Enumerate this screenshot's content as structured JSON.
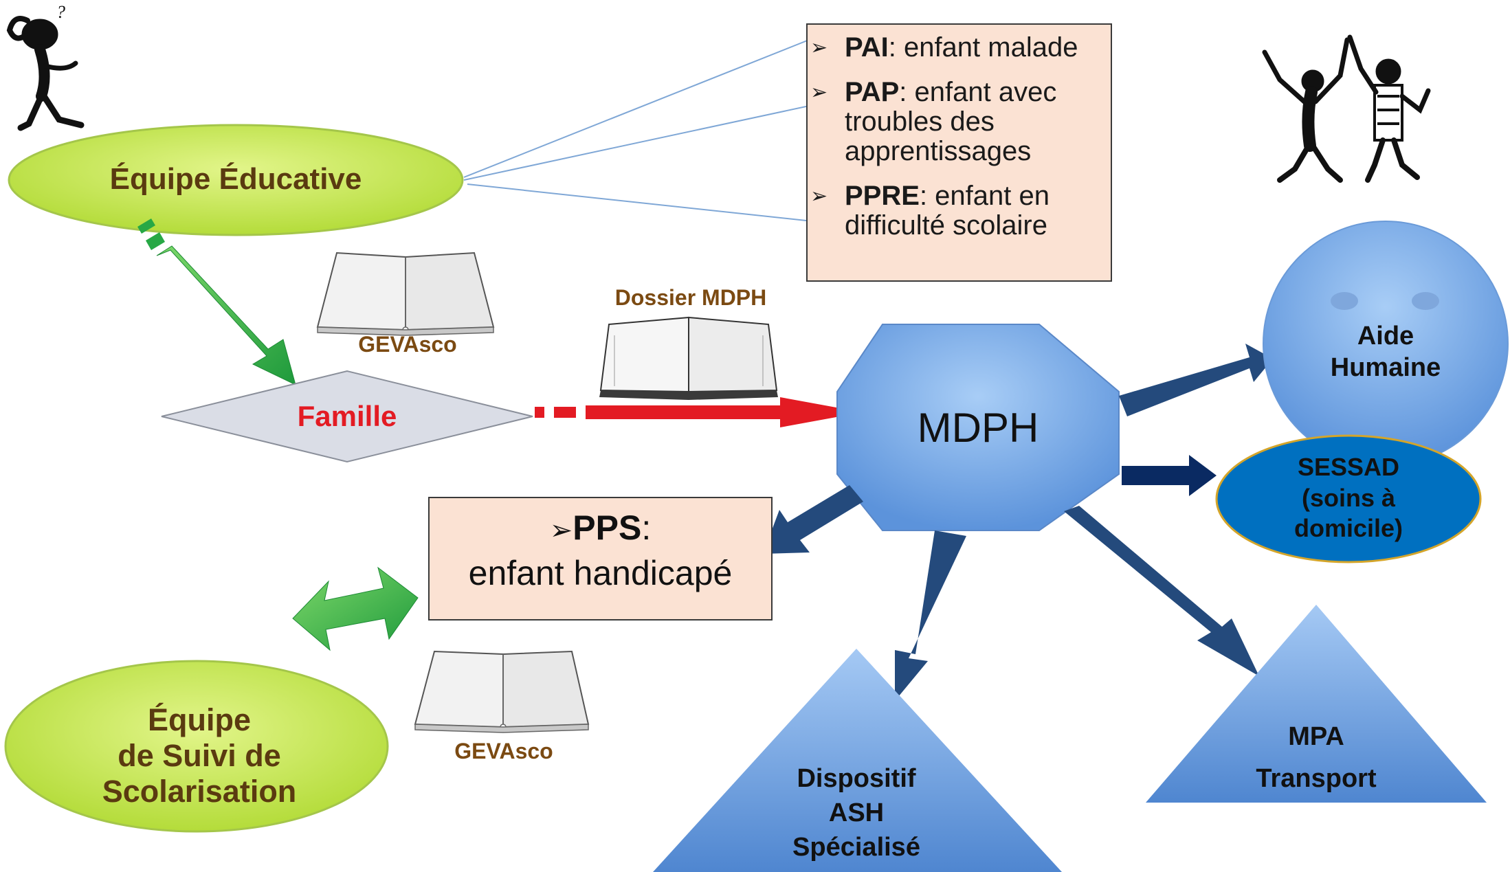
{
  "nodes": {
    "equipe_educative": "Équipe Éducative",
    "famille": "Famille",
    "mdph": "MDPH",
    "aide_humaine": [
      "Aide",
      "Humaine"
    ],
    "sessad": [
      "SESSAD",
      "(soins à",
      "domicile)"
    ],
    "dispositif": [
      "Dispositif",
      "ASH",
      "Spécialisé"
    ],
    "mpa": [
      "MPA",
      "Transport"
    ],
    "equipe_suivi": [
      "Équipe",
      "de Suivi de",
      "Scolarisation"
    ]
  },
  "books": {
    "gevasco_1": "GEVAsco",
    "dossier_mdph": "Dossier MDPH",
    "gevasco_2": "GEVAsco"
  },
  "plans": {
    "bullet": "➢",
    "items": [
      {
        "code": "PAI",
        "desc_lines": [
          ": enfant malade"
        ]
      },
      {
        "code": "PAP",
        "desc_lines": [
          ": enfant avec",
          "troubles des",
          "apprentissages"
        ]
      },
      {
        "code": "PPRE",
        "desc_lines": [
          ": enfant en",
          "difficulté scolaire"
        ]
      }
    ]
  },
  "pps": {
    "bullet": "➢",
    "code": "PPS",
    "colon": ":",
    "desc": "enfant handicapé"
  },
  "icons": [
    "thinking-figure-icon",
    "celebrating-figures-icon",
    "open-book-icon"
  ],
  "colors": {
    "green_node": "#c6e84e",
    "green_text": "#5a3a10",
    "famille_red": "#e31b23",
    "blue_arrow": "#244a7c",
    "sessad_fill": "#0070c0",
    "plan_fill": "#fbe2d3",
    "book_label": "#7b4a12"
  }
}
